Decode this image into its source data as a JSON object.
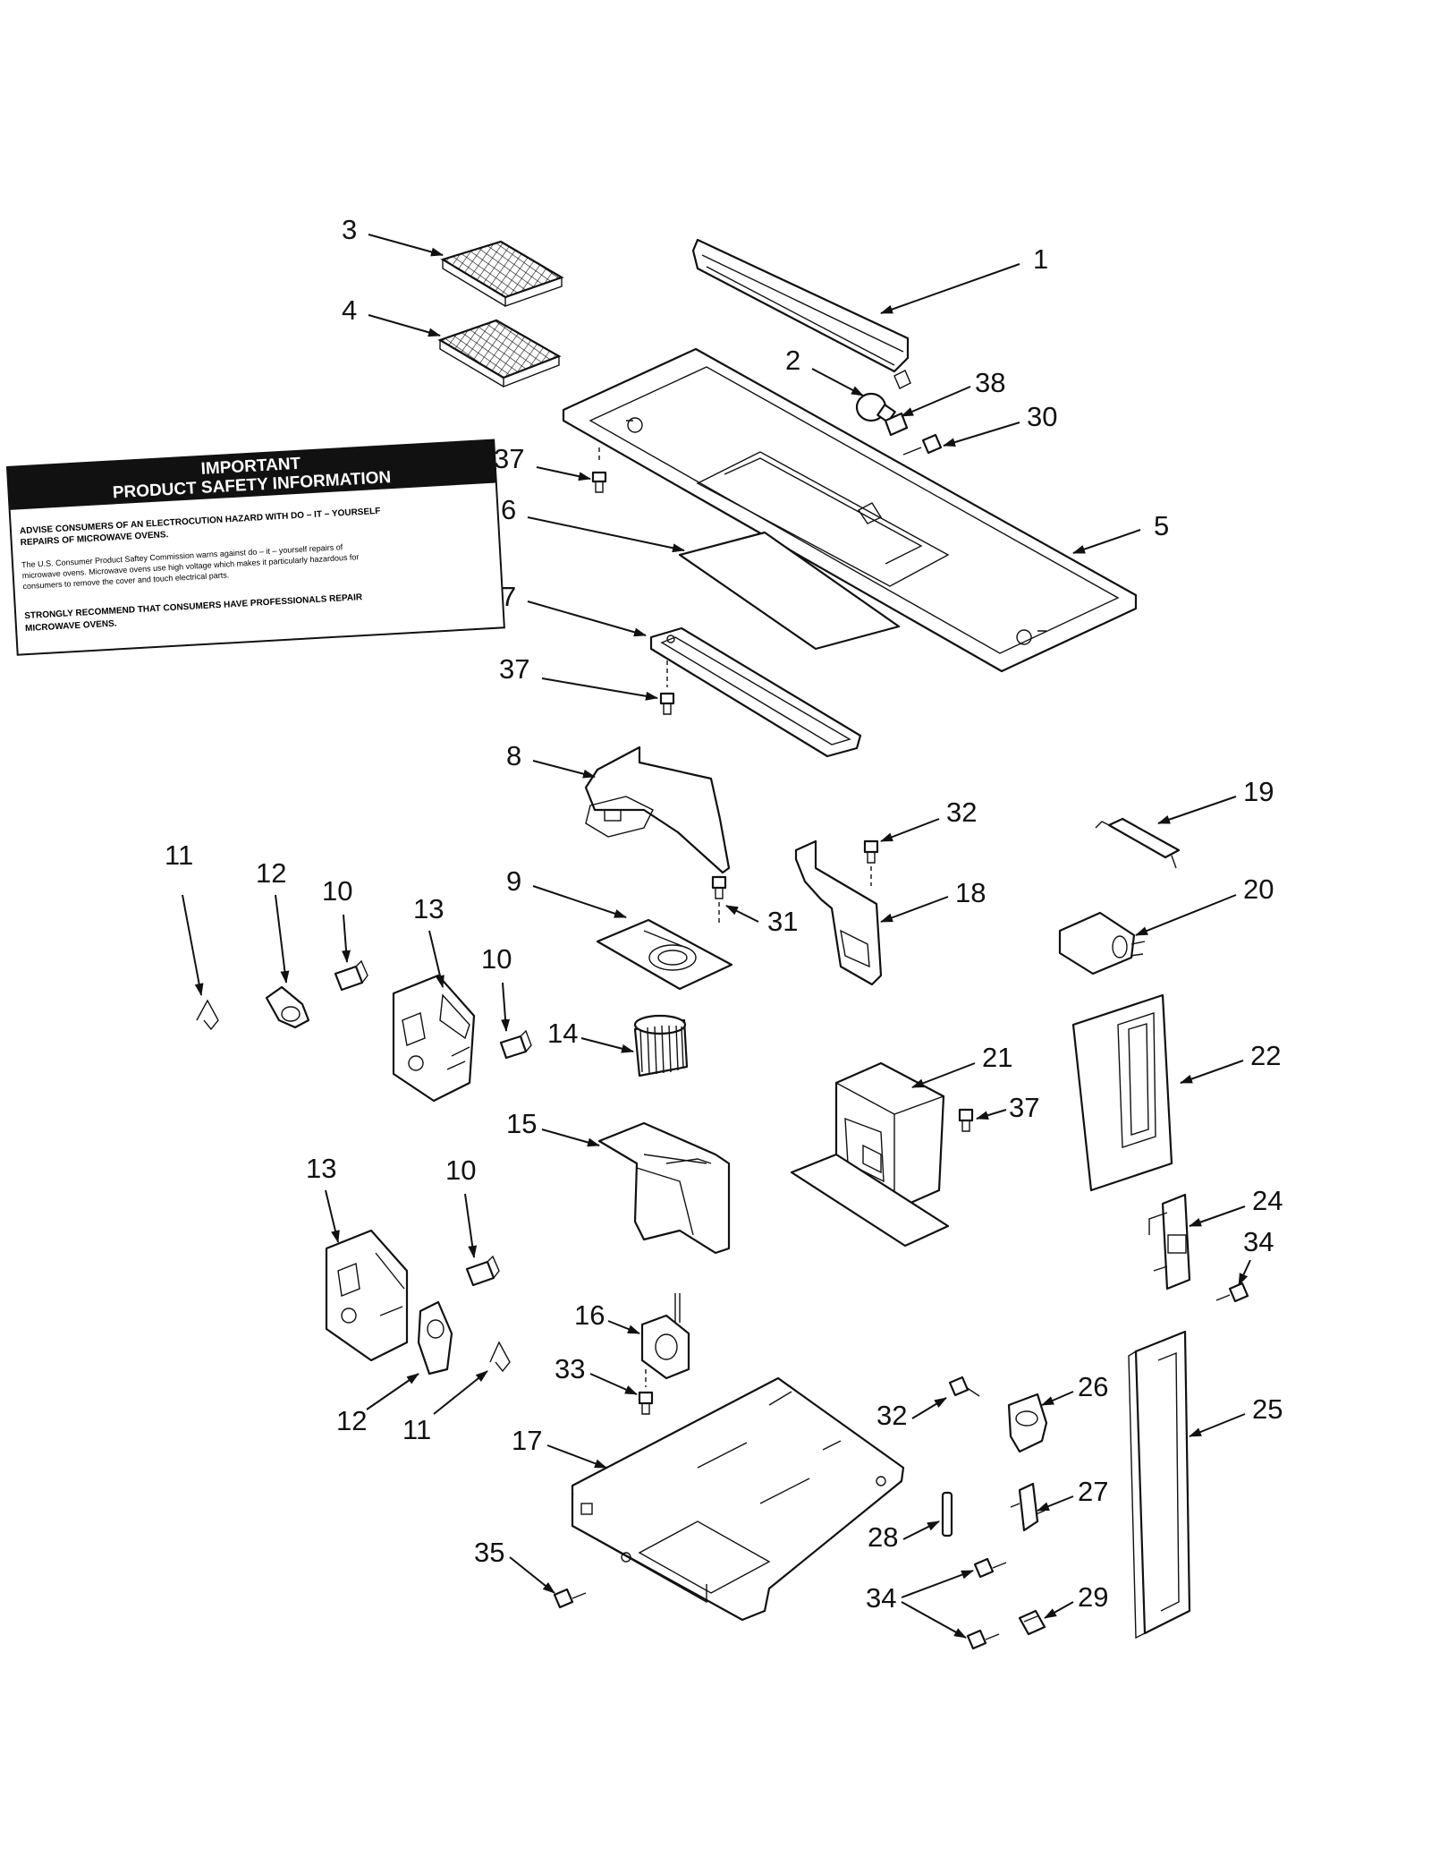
{
  "safety_label": {
    "title_line1": "IMPORTANT",
    "title_line2": "PRODUCT SAFETY INFORMATION",
    "para1_line1": "ADVISE CONSUMERS OF AN ELECTROCUTION HAZARD WITH DO – IT – YOURSELF",
    "para1_line2": "REPAIRS OF MICROWAVE OVENS.",
    "para2_line1": "The U.S. Consumer Product Saftey Commission warns against do – it – yourself repairs of",
    "para2_line2": "microwave ovens. Microwave ovens use high voltage which makes it particularly hazardous for",
    "para2_line3": "consumers to remove the cover and touch electrical parts.",
    "para3_line1": "STRONGLY RECOMMEND THAT CONSUMERS HAVE PROFESSIONALS REPAIR",
    "para3_line2": "MICROWAVE OVENS."
  },
  "callouts": {
    "c1": "1",
    "c2": "2",
    "c3": "3",
    "c4": "4",
    "c5": "5",
    "c6": "6",
    "c7": "7",
    "c8": "8",
    "c9": "9",
    "c10a": "10",
    "c10b": "10",
    "c10c": "10",
    "c11a": "11",
    "c11b": "11",
    "c12a": "12",
    "c12b": "12",
    "c13a": "13",
    "c13b": "13",
    "c14": "14",
    "c15": "15",
    "c16": "16",
    "c17": "17",
    "c18": "18",
    "c19": "19",
    "c20": "20",
    "c21": "21",
    "c22": "22",
    "c24": "24",
    "c25": "25",
    "c26": "26",
    "c27": "27",
    "c28": "28",
    "c29": "29",
    "c30": "30",
    "c31": "31",
    "c32a": "32",
    "c32b": "32",
    "c33": "33",
    "c34a": "34",
    "c34b": "34",
    "c35": "35",
    "c37a": "37",
    "c37b": "37",
    "c37c": "37",
    "c38": "38"
  }
}
